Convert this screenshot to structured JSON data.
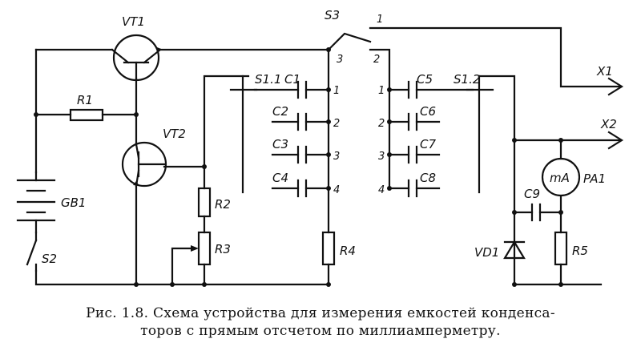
{
  "labels": {
    "vt1": "VT1",
    "vt2": "VT2",
    "r1": "R1",
    "r2": "R2",
    "r3": "R3",
    "r4": "R4",
    "r5": "R5",
    "gb1": "GB1",
    "s2": "S2",
    "s3": "S3",
    "s11": "S1.1",
    "s12": "S1.2",
    "c1": "C1",
    "c2": "C2",
    "c3": "C3",
    "c4": "C4",
    "c5": "C5",
    "c6": "C6",
    "c7": "C7",
    "c8": "C8",
    "c9": "C9",
    "x1": "X1",
    "x2": "X2",
    "ma": "mA",
    "pa1": "PA1",
    "vd1": "VD1"
  },
  "pins": {
    "s3_1": "1",
    "s3_2": "2",
    "s3_3": "3",
    "left_1": "1",
    "left_2": "2",
    "left_3": "3",
    "left_4": "4",
    "right_1": "1",
    "right_2": "2",
    "right_3": "3",
    "right_4": "4"
  },
  "caption": {
    "line1": "Рис. 1.8. Схема устройства для измерения емкостей конденса-",
    "line2": "торов с прямым отсчетом по миллиамперметру."
  }
}
